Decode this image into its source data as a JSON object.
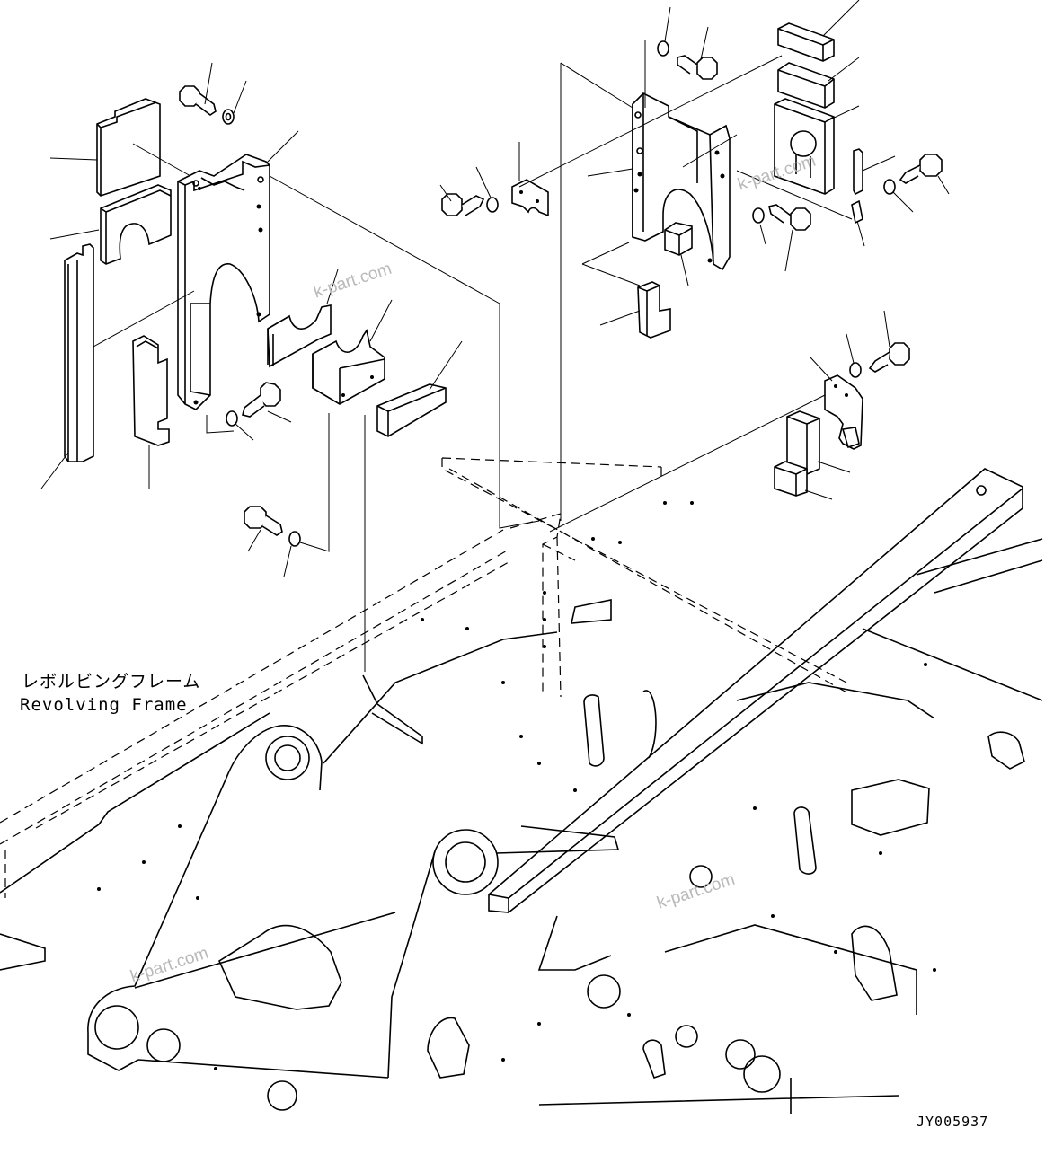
{
  "frame_label": {
    "japanese": "レボルビングフレーム",
    "english": "Revolving Frame"
  },
  "watermarks": [
    "k-part.com",
    "k-part.com",
    "k-part.com",
    "k-part.com"
  ],
  "drawing_code": "JY005937"
}
